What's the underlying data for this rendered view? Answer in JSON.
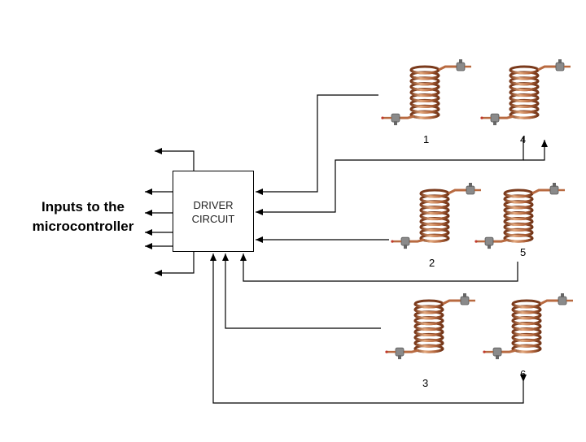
{
  "diagram": {
    "inputs_label_line1": "Inputs to the",
    "inputs_label_line2": "microcontroller",
    "driver_line1": "DRIVER",
    "driver_line2": "CIRCUIT",
    "coils": [
      {
        "label": "1"
      },
      {
        "label": "4"
      },
      {
        "label": "2"
      },
      {
        "label": "5"
      },
      {
        "label": "3"
      },
      {
        "label": "6"
      }
    ],
    "colors": {
      "line": "#000000",
      "copper": "#b86a40",
      "copper_dark": "#7a3a1c",
      "copper_light": "#e3a77c",
      "valve": "#8a8a8a"
    }
  }
}
